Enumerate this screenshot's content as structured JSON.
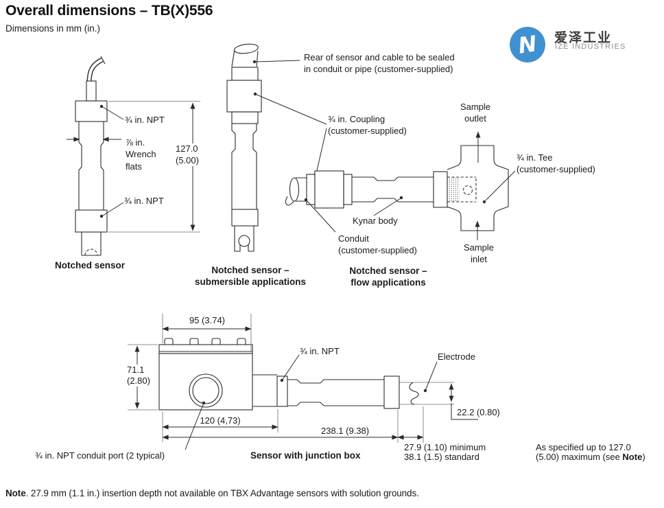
{
  "header": {
    "title": "Overall dimensions – TB(X)556",
    "subtitle": "Dimensions in mm (in.)"
  },
  "logo": {
    "cn": "爱泽工业",
    "en": "IZE INDUSTRIES",
    "mark": "N",
    "brand_color": "#4191d1"
  },
  "captions": {
    "notched": "Notched sensor",
    "submersible": "Notched sensor –\nsubmersible applications",
    "flow": "Notched sensor –\nflow applications",
    "junction": "Sensor with junction box"
  },
  "labels": {
    "npt_top": "¾ in. NPT",
    "wrench_flats": "⅞ in.\nWrench\nflats",
    "npt_bottom": "¾ in. NPT",
    "rear_seal": "Rear of sensor and cable to be sealed\nin conduit or pipe (customer-supplied)",
    "coupling": "¾ in. Coupling\n(customer-supplied)",
    "kynar": "Kynar body",
    "conduit": "Conduit\n(customer-supplied)",
    "sample_outlet": "Sample\noutlet",
    "sample_inlet": "Sample\ninlet",
    "tee": "¾ in. Tee\n(customer-supplied)",
    "npt_jbox": "¾ in. NPT",
    "electrode": "Electrode",
    "conduit_port": "¾ in. NPT conduit port (2 typical)"
  },
  "dimensions": {
    "d127": "127.0\n(5.00)",
    "d95": "95 (3.74)",
    "d711": "71.1\n(2.80)",
    "d120": "120 (4,73)",
    "d2381": "238.1 (9.38)",
    "d222": "22.2 (0.80)",
    "d279": "27.9 (1.10) minimum",
    "d381": "38.1 (1.5) standard",
    "as_specified_line1": "As specified up to 127.0",
    "as_specified_pre": "(5.00) maximum (see ",
    "as_specified_bold": "Note",
    "as_specified_post": ")"
  },
  "note": {
    "label": "Note",
    "text": ". 27.9 mm (1.1 in.) insertion depth not available on TBX Advantage sensors with solution grounds."
  }
}
